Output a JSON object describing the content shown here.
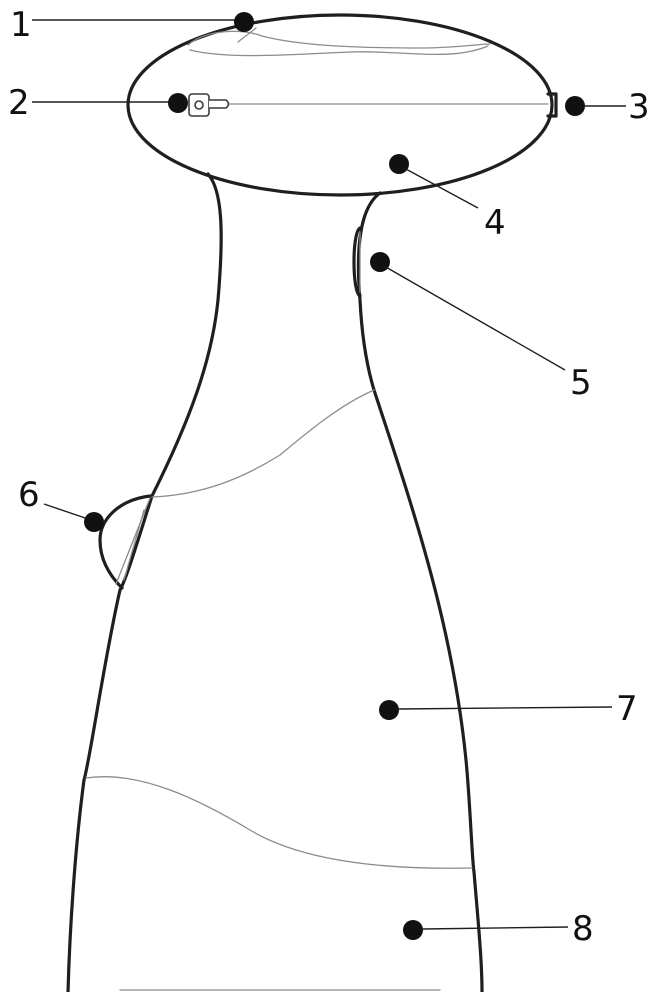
{
  "colors": {
    "outline": "#1f1f1f",
    "thin_line": "#8c8c8c",
    "callout_dot": "#111111",
    "background": "#ffffff"
  },
  "callouts": [
    {
      "id": "1",
      "label": "1"
    },
    {
      "id": "2",
      "label": "2"
    },
    {
      "id": "3",
      "label": "3"
    },
    {
      "id": "4",
      "label": "4"
    },
    {
      "id": "5",
      "label": "5"
    },
    {
      "id": "6",
      "label": "6"
    },
    {
      "id": "7",
      "label": "7"
    },
    {
      "id": "8",
      "label": "8"
    }
  ]
}
